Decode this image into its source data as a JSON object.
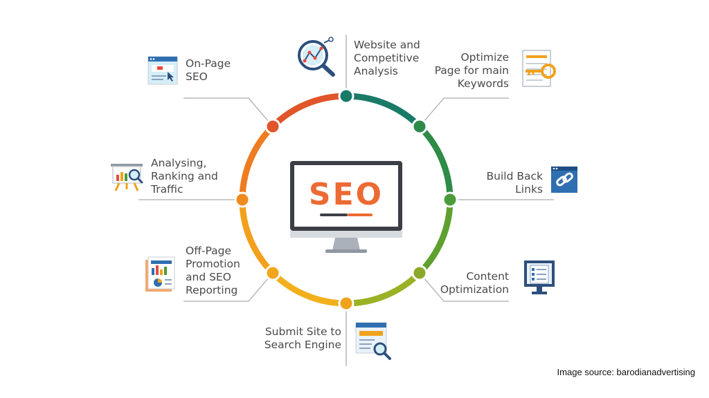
{
  "center": {
    "text": "SEO"
  },
  "items": [
    {
      "id": "website-analysis",
      "label": "Website and\nCompetitive\nAnalysis",
      "icon": "magnifier-chart-icon",
      "color": "#1a7a68"
    },
    {
      "id": "optimize-keywords",
      "label": "Optimize\nPage for main\nKeywords",
      "icon": "key-document-icon",
      "color": "#2c8a4a"
    },
    {
      "id": "back-links",
      "label": "Build Back\nLinks",
      "icon": "chain-link-icon",
      "color": "#4b9b3b"
    },
    {
      "id": "content-optimization",
      "label": "Content\nOptimization",
      "icon": "monitor-checklist-icon",
      "color": "#7fa72a"
    },
    {
      "id": "submit-site",
      "label": "Submit Site to\nSearch Engine",
      "icon": "browser-search-icon",
      "color": "#efa21c"
    },
    {
      "id": "off-page",
      "label": "Off-Page\nPromotion\nand SEO\nReporting",
      "icon": "report-pages-icon",
      "color": "#f2a51d"
    },
    {
      "id": "analysing",
      "label": "Analysing,\nRanking and\nTraffic",
      "icon": "presentation-board-icon",
      "color": "#ef8a1e"
    },
    {
      "id": "on-page",
      "label": "On-Page\nSEO",
      "icon": "browser-window-icon",
      "color": "#e0552a"
    }
  ],
  "footer": {
    "source": "Image source: barodianadvertising"
  }
}
